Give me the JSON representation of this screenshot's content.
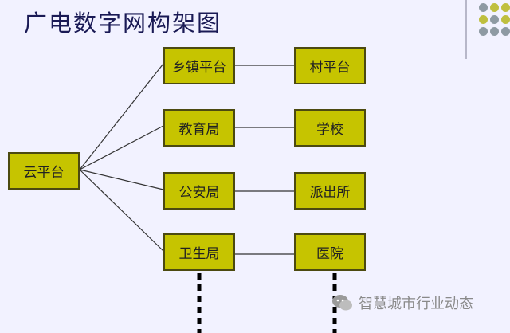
{
  "title": "广电数字网构架图",
  "nodes": {
    "cloud": "云平台",
    "township": "乡镇平台",
    "village": "村平台",
    "education": "教育局",
    "school": "学校",
    "police": "公安局",
    "station": "派出所",
    "health": "卫生局",
    "hospital": "医院"
  },
  "watermark": "智慧城市行业动态",
  "colors": {
    "box_fill": "#c6c400",
    "box_border": "#4c4a10",
    "background": "#f2f2ff",
    "title": "#1a1a55",
    "dot_gray": "#8e9aa3",
    "dot_olive": "#bfbf3f"
  }
}
